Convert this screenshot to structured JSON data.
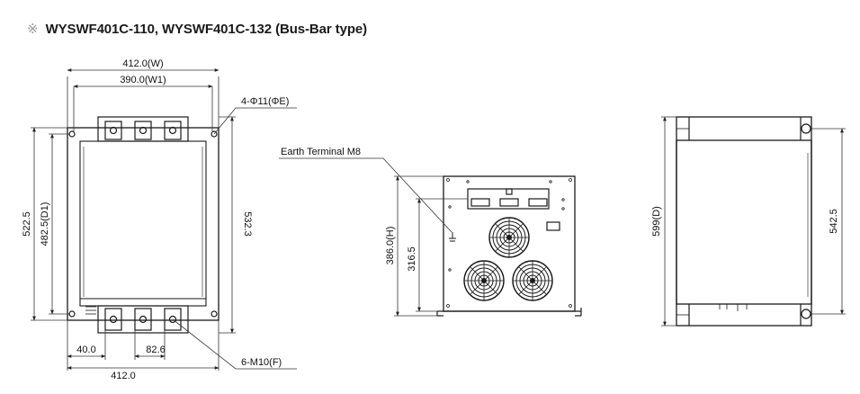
{
  "header": {
    "reference_mark": "※",
    "title": "WYSWF401C-110, WYSWF401C-132 (Bus-Bar type)"
  },
  "front_view": {
    "dim_overall_width_top": "412.0(W)",
    "dim_inner_width": "390.0(W1)",
    "callout_mounting_holes": "4-Φ11(ΦE)",
    "dim_overall_height": "522.5",
    "dim_hole_pitch_height": "482.5(D1)",
    "dim_body_height": "532.3",
    "dim_terminal_offset": "40.0",
    "dim_terminal_pitch": "82.6",
    "dim_overall_width_bottom": "412.0",
    "callout_terminals": "6-M10(F)"
  },
  "side_view": {
    "callout_earth": "Earth Terminal M8",
    "dim_height": "386.0(H)",
    "dim_inner_height": "316.5"
  },
  "right_view": {
    "dim_depth": "599(D)",
    "dim_body_depth": "542.5"
  },
  "colors": {
    "line": "#1a1a1a",
    "dim_line": "#333333",
    "title": "#1b1b1b",
    "mark": "#9a9a9a"
  }
}
